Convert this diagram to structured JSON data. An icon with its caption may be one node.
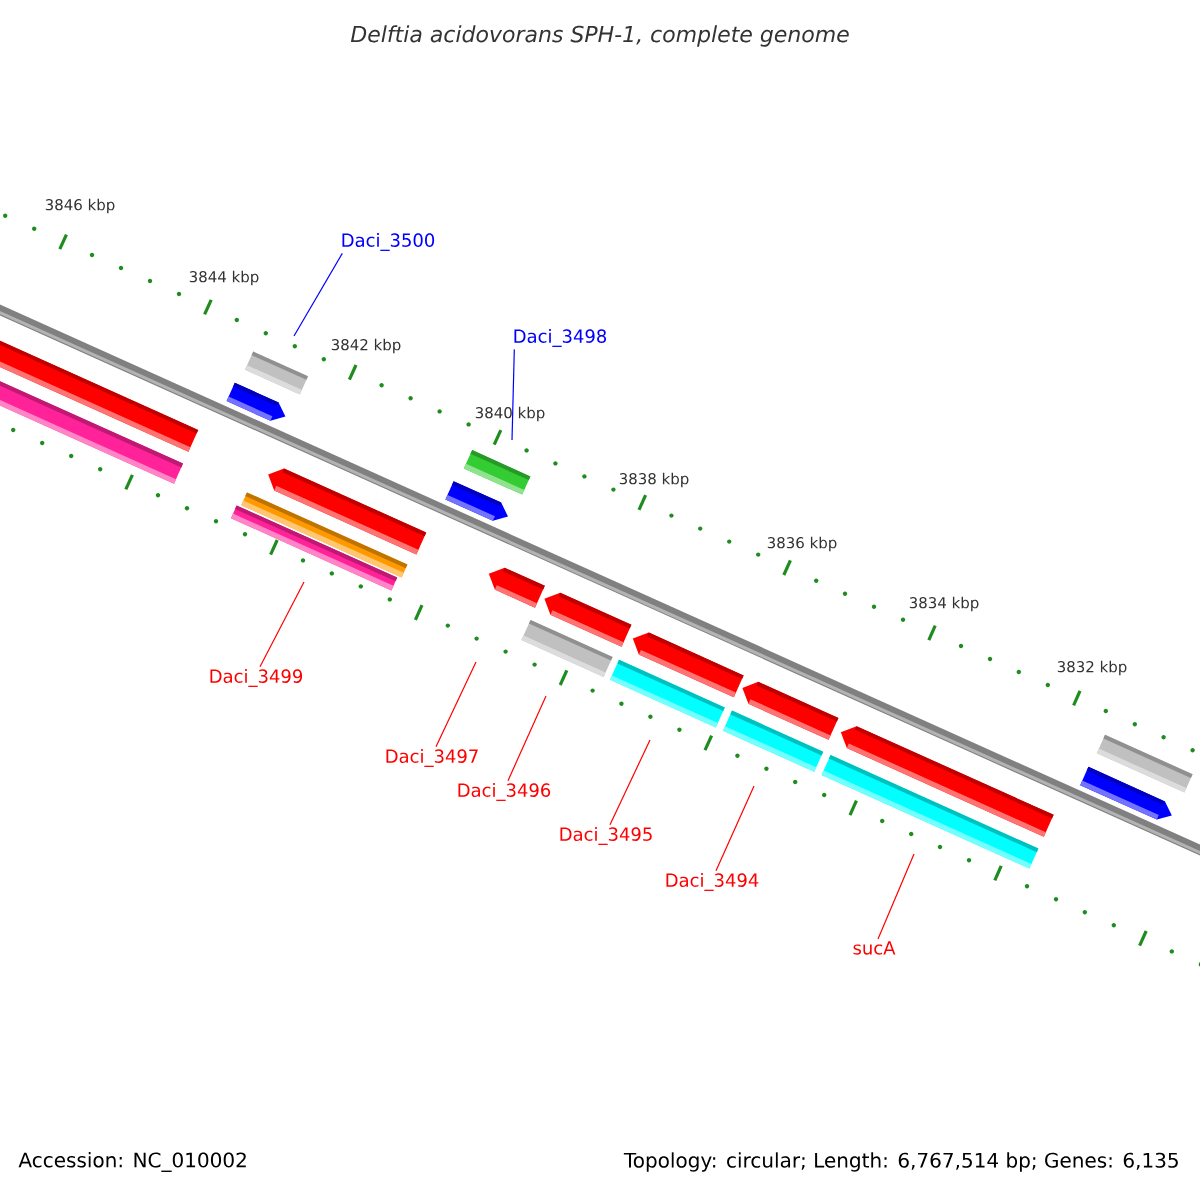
{
  "diagram": {
    "title": "Delftia acidovorans SPH-1, complete genome",
    "nodes": [
      {
        "text": [
          "Daci_3500"
        ]
      },
      {
        "text": [
          "Daci_3498"
        ]
      },
      {
        "text": [
          "Daci_3499"
        ]
      },
      {
        "text": [
          "Daci_3497"
        ]
      },
      {
        "text": [
          "Daci_3496"
        ]
      },
      {
        "text": [
          "Daci_3495"
        ]
      },
      {
        "text": [
          "Daci_3494"
        ]
      },
      {
        "text": [
          "sucA"
        ]
      }
    ],
    "edges": [
      {
        "from": 0,
        "to": null,
        "arrow": "none",
        "color": "#0000ff"
      },
      {
        "from": 1,
        "to": null,
        "arrow": "none",
        "color": "#0000ff"
      },
      {
        "from": 2,
        "to": null,
        "arrow": "none"
      },
      {
        "from": 3,
        "to": null,
        "arrow": "none"
      },
      {
        "from": 4,
        "to": null,
        "arrow": "none"
      },
      {
        "from": 5,
        "to": null,
        "arrow": "none"
      },
      {
        "from": 6,
        "to": null,
        "arrow": "none"
      },
      {
        "from": 7,
        "to": null,
        "arrow": "none"
      }
    ],
    "labels": [
      "3846 kbp",
      "3844 kbp",
      "3842 kbp",
      "3840 kbp",
      "3838 kbp",
      "3836 kbp",
      "3834 kbp",
      "3832 kbp",
      "Accession: NC_010002",
      "Topology: circular; Length: 6,767,514 bp; Genes: 6,135"
    ]
  }
}
